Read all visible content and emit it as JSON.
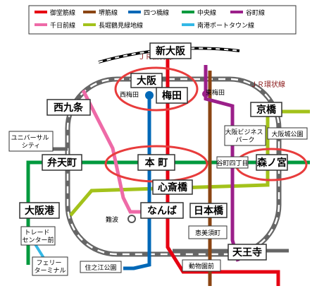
{
  "legend": [
    {
      "id": "midosuji",
      "label": "御堂筋線",
      "color": "#e60012"
    },
    {
      "id": "sakaisuji",
      "label": "堺筋線",
      "color": "#8b4513"
    },
    {
      "id": "yotsubashi",
      "label": "四つ橋線",
      "color": "#0068b7"
    },
    {
      "id": "chuo",
      "label": "中央線",
      "color": "#009a3e"
    },
    {
      "id": "tanimachi",
      "label": "谷町線",
      "color": "#9b1f8a"
    },
    {
      "id": "sennichimae",
      "label": "千日前線",
      "color": "#ee6aa7"
    },
    {
      "id": "nagahori",
      "label": "長堀鶴見緑地線",
      "color": "#a3c21b"
    },
    {
      "id": "nanko",
      "label": "南港ポートタウン線",
      "color": "#33b8e6"
    }
  ],
  "lines": {
    "shinkansen": "ＪＲ新幹線",
    "loop": "ＪＲ環状線"
  },
  "stations": {
    "shin_osaka": "新大阪",
    "osaka": "大阪",
    "umeda": "梅田",
    "nishi_umeda": "西梅田",
    "higashi_umeda": "東梅田",
    "nishikujo": "西九条",
    "kyobashi": "京橋",
    "universal": "ユニバーサル\nシティ",
    "osaka_business_park": "大阪ビジネス\nパーク",
    "osakajo_koen": "大阪城公園",
    "bentencho": "弁天町",
    "honmachi": "本 町",
    "tanimachi4": "谷町四丁目",
    "morinomiya": "森ノ宮",
    "shinsaibashi": "心斎橋",
    "osakako": "大阪港",
    "nanba": "なんば",
    "namba_jr": "難波",
    "nipponbashi": "日本橋",
    "trade_center": "トレード\nセンター前",
    "ebisucho": "恵美須町",
    "tennoji": "天王寺",
    "ferry": "フェリー\nターミナル",
    "suminoe_koen": "住之江公園",
    "dobutsuen": "動物園前"
  }
}
